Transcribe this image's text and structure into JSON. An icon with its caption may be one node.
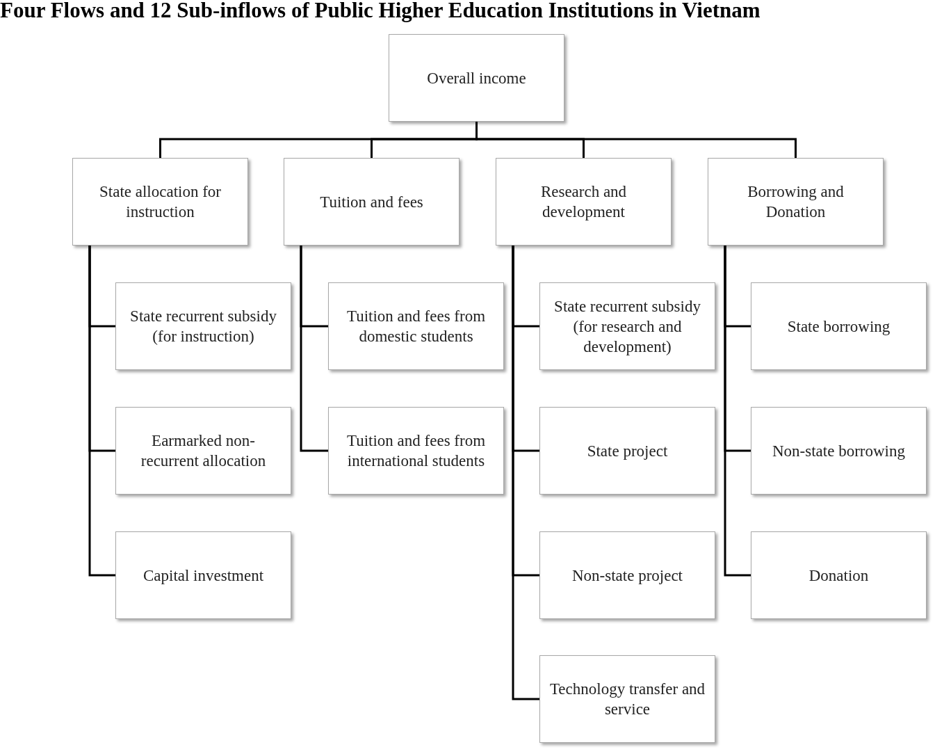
{
  "diagram": {
    "title": "Four Flows and 12 Sub-inflows of Public Higher Education Institutions in Vietnam",
    "nodes": [
      {
        "text": [
          "Overall income"
        ]
      },
      {
        "text": [
          "State allocation for instruction"
        ]
      },
      {
        "text": [
          "Tuition and fees"
        ]
      },
      {
        "text": [
          "Research and development"
        ]
      },
      {
        "text": [
          "Borrowing and Donation"
        ]
      },
      {
        "text": [
          "State recurrent subsidy (for instruction)"
        ]
      },
      {
        "text": [
          "Earmarked non-recurrent allocation"
        ]
      },
      {
        "text": [
          "Capital investment"
        ]
      },
      {
        "text": [
          "Tuition and fees from domestic students"
        ]
      },
      {
        "text": [
          "Tuition and fees from international students"
        ]
      },
      {
        "text": [
          "State recurrent subsidy (for research and development)"
        ]
      },
      {
        "text": [
          "State project"
        ]
      },
      {
        "text": [
          "Non-state project"
        ]
      },
      {
        "text": [
          "Technology transfer and service"
        ]
      },
      {
        "text": [
          "State borrowing"
        ]
      },
      {
        "text": [
          "Non-state borrowing"
        ]
      },
      {
        "text": [
          "Donation"
        ]
      }
    ],
    "edges": [
      {
        "from": 0,
        "to": 1,
        "arrow": "none"
      },
      {
        "from": 0,
        "to": 2,
        "arrow": "none"
      },
      {
        "from": 0,
        "to": 3,
        "arrow": "none"
      },
      {
        "from": 0,
        "to": 4,
        "arrow": "none"
      },
      {
        "from": 1,
        "to": 5,
        "arrow": "none"
      },
      {
        "from": 1,
        "to": 6,
        "arrow": "none"
      },
      {
        "from": 1,
        "to": 7,
        "arrow": "none"
      },
      {
        "from": 2,
        "to": 8,
        "arrow": "none"
      },
      {
        "from": 2,
        "to": 9,
        "arrow": "none"
      },
      {
        "from": 3,
        "to": 10,
        "arrow": "none"
      },
      {
        "from": 3,
        "to": 11,
        "arrow": "none"
      },
      {
        "from": 3,
        "to": 12,
        "arrow": "none"
      },
      {
        "from": 3,
        "to": 13,
        "arrow": "none"
      },
      {
        "from": 4,
        "to": 14,
        "arrow": "none"
      },
      {
        "from": 4,
        "to": 15,
        "arrow": "none"
      },
      {
        "from": 4,
        "to": 16,
        "arrow": "none"
      }
    ]
  }
}
